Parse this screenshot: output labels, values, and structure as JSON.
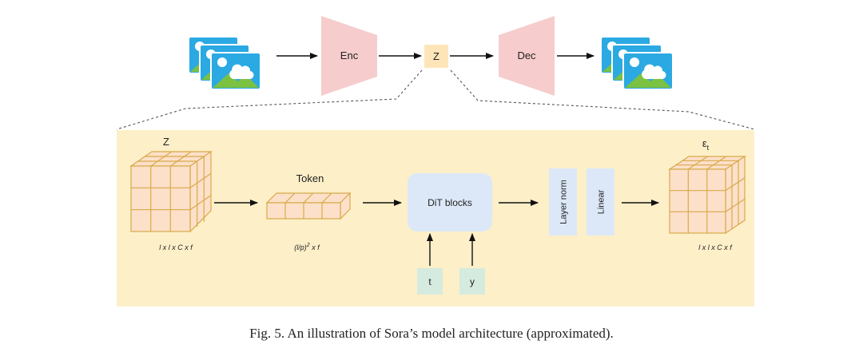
{
  "figure": {
    "encoder_label": "Enc",
    "latent_label": "Z",
    "decoder_label": "Dec",
    "input_z_label": "Z",
    "output_label": "ε",
    "output_label_sub": "t",
    "token_label": "Token",
    "dit_label": "DiT blocks",
    "layer_norm_label": "Layer norm",
    "linear_label": "Linear",
    "t_label": "t",
    "y_label": "y",
    "input_dims": "l x l x C x f",
    "token_dims_base": "(l/p)",
    "token_dims_exp": "2",
    "token_dims_tail": " x f",
    "output_dims": "l x l x C x f",
    "colors": {
      "panel": "#fdefc8",
      "enc_dec": "#f6cccc",
      "latent": "#fde5b8",
      "cube": "#fde0c9",
      "cube_line": "#d7aa4a",
      "blue_box": "#dce8f8",
      "green_box": "#d5ebdf",
      "image_blue": "#2aa9e3",
      "image_green": "#7bc142"
    },
    "icons": [
      "image-stack-icon",
      "image-stack-icon"
    ]
  },
  "caption": "Fig. 5.  An illustration of Sora’s model architecture (approximated)."
}
